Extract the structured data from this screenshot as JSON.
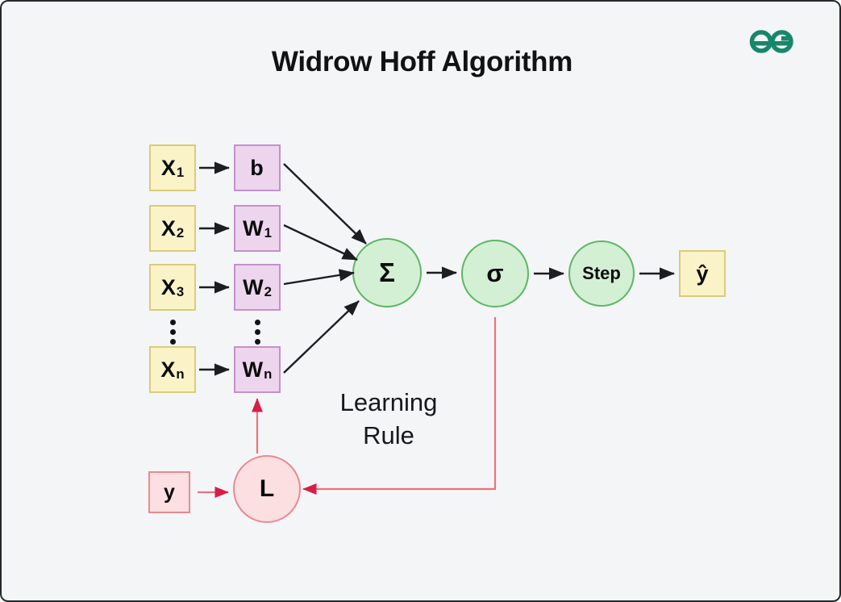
{
  "page": {
    "title": "Widrow Hoff Algorithm",
    "background_color": "#f4f5f7",
    "border_color": "#24292e"
  },
  "logo": {
    "name": "geeksforgeeks-logo",
    "color": "#16876a"
  },
  "inputs": {
    "label": "input-nodes",
    "items": [
      {
        "base": "X",
        "sub": "1"
      },
      {
        "base": "X",
        "sub": "2"
      },
      {
        "base": "X",
        "sub": "3"
      },
      {
        "base": "X",
        "sub": "n"
      }
    ],
    "ellipsis": "⋮",
    "fill": "#faf3c8",
    "border": "#d8cd78"
  },
  "weights": {
    "label": "weight-nodes",
    "items": [
      {
        "base": "b",
        "sub": ""
      },
      {
        "base": "W",
        "sub": "1"
      },
      {
        "base": "W",
        "sub": "2"
      },
      {
        "base": "W",
        "sub": "n"
      }
    ],
    "ellipsis": "⋮",
    "fill": "#eed5ee",
    "border": "#c391cb"
  },
  "processing": {
    "sum": "Σ",
    "activation": "σ",
    "step": "Step",
    "fill": "#d3efd4",
    "border": "#5bb863"
  },
  "output": {
    "prediction": "ŷ",
    "fill": "#faf3c8",
    "border": "#d8cd78"
  },
  "learning": {
    "target": "y",
    "node": "L",
    "caption_line1": "Learning",
    "caption_line2": "Rule",
    "fill": "#fcdfe0",
    "border": "#e98a92",
    "arrow_color": "#d81e48"
  },
  "arrows": {
    "color": "#1b1d21",
    "feedback_color": "#e8737f"
  }
}
